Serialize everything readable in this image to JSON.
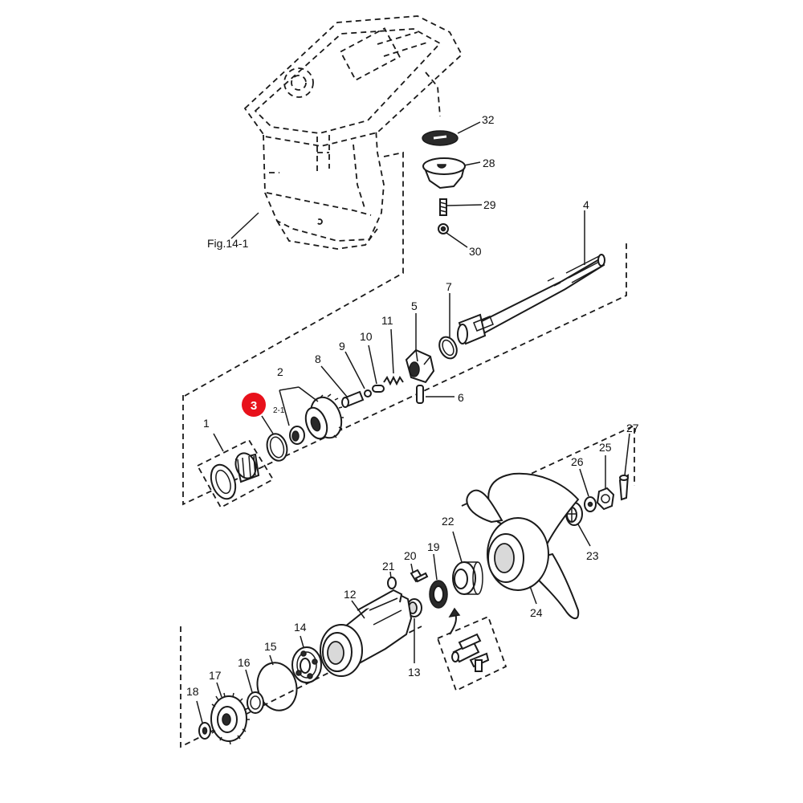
{
  "figure_ref": "Fig.14-1",
  "highlight": {
    "label": "3",
    "color": "#e8111b"
  },
  "parts": {
    "p1": "1",
    "p2": "2",
    "p2_1": "2-1",
    "p4": "4",
    "p5": "5",
    "p6": "6",
    "p7": "7",
    "p8": "8",
    "p9": "9",
    "p10": "10",
    "p11": "11",
    "p12": "12",
    "p13": "13",
    "p14": "14",
    "p15": "15",
    "p16": "16",
    "p17": "17",
    "p18": "18",
    "p19": "19",
    "p20": "20",
    "p21": "21",
    "p22": "22",
    "p23": "23",
    "p24": "24",
    "p25": "25",
    "p26": "26",
    "p27": "27",
    "p28": "28",
    "p29": "29",
    "p30": "30",
    "p32": "32"
  }
}
